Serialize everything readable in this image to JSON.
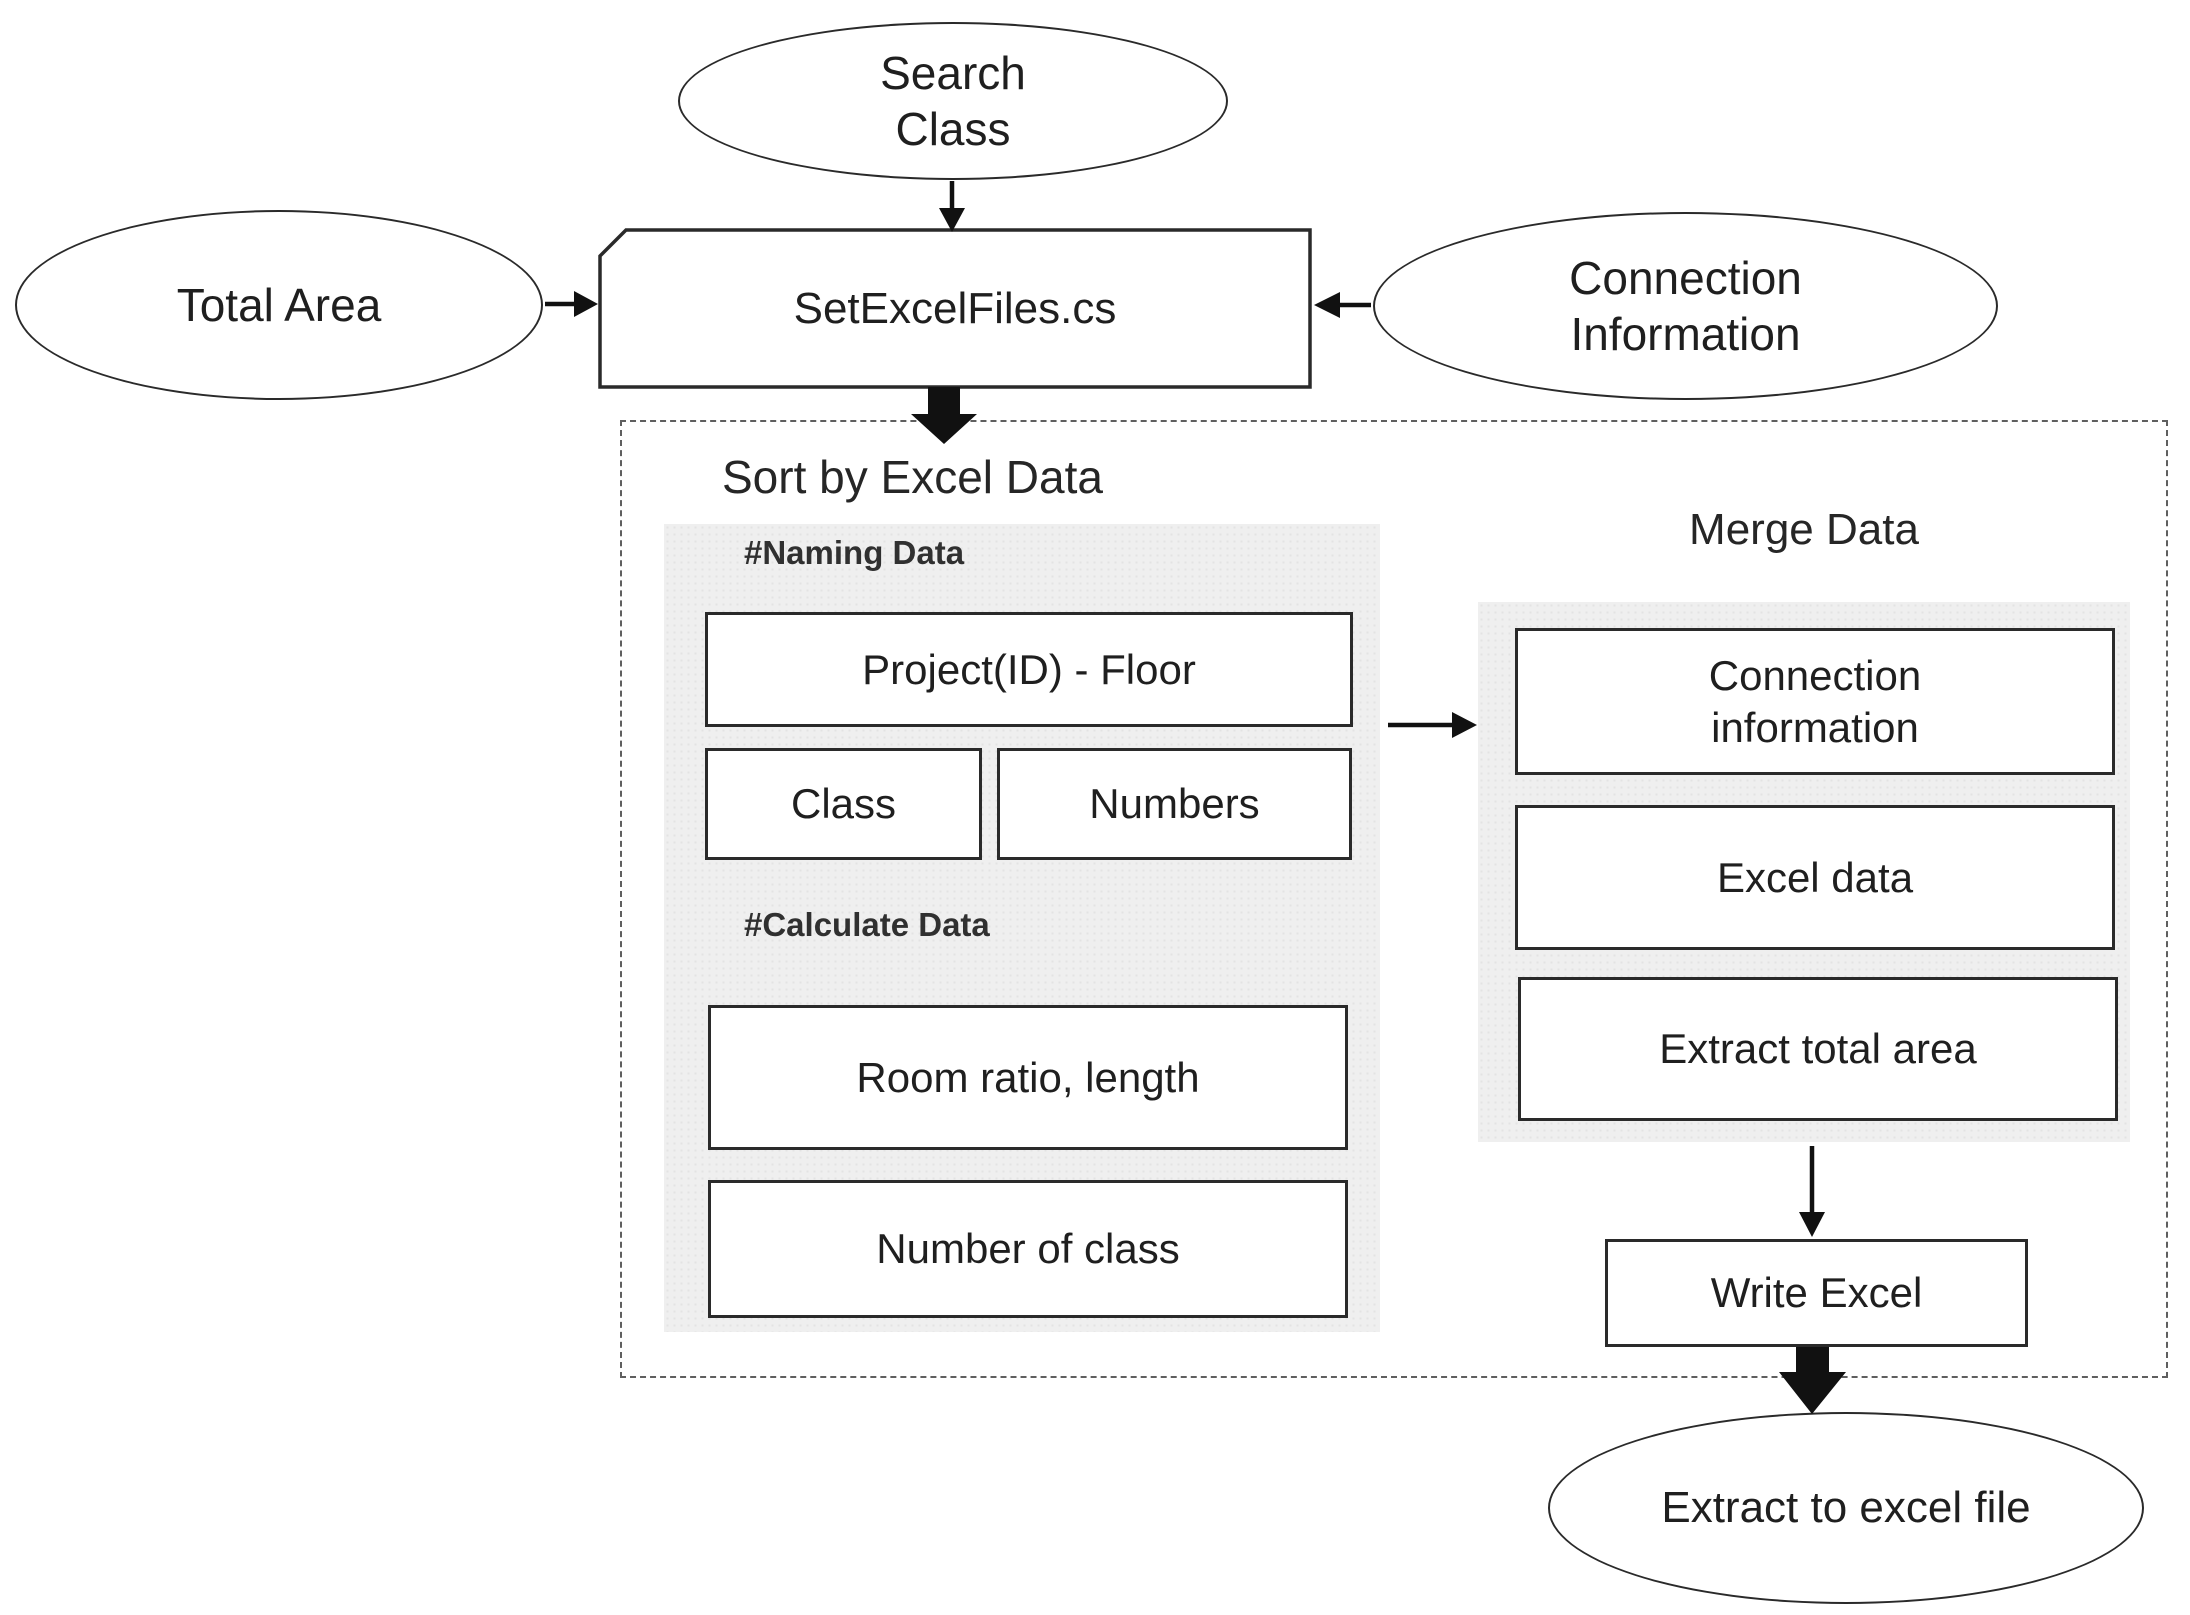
{
  "diagram": {
    "inputs": {
      "search_class": "Search\nClass",
      "total_area": "Total Area",
      "connection_information": "Connection\nInformation"
    },
    "process": {
      "set_excel_files": "SetExcelFiles.cs"
    },
    "sort_section": {
      "title": "Sort by Excel Data",
      "naming_label": "#Naming Data",
      "project_floor": "Project(ID) - Floor",
      "class": "Class",
      "numbers": "Numbers",
      "calculate_label": "#Calculate Data",
      "room_ratio_length": "Room ratio, length",
      "number_of_class": "Number of class"
    },
    "merge_section": {
      "title": "Merge Data",
      "connection_information": "Connection\ninformation",
      "excel_data": "Excel data",
      "extract_total_area": "Extract total area",
      "write_excel": "Write Excel"
    },
    "output": {
      "extract_to_excel_file": "Extract to excel file"
    },
    "colors": {
      "stroke": "#2a2a2a",
      "text": "#1f1f1f",
      "panel_fill": "#efefef",
      "dashed_border": "#5f5f5f",
      "background": "#ffffff"
    }
  }
}
